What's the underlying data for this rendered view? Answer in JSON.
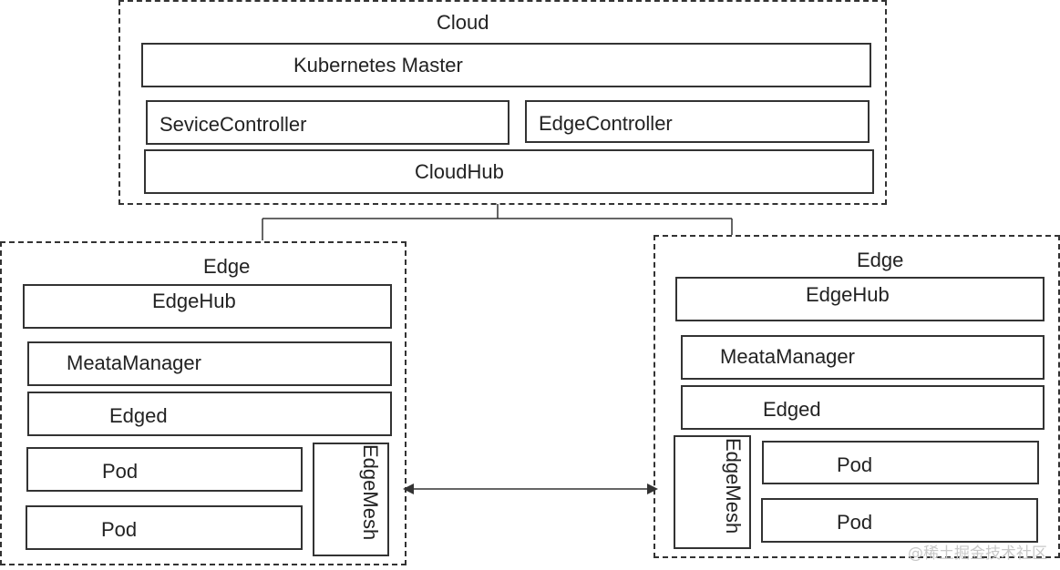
{
  "cloud": {
    "title": "Cloud",
    "kubernetes_master": "Kubernetes Master",
    "service_controller": "SeviceController",
    "edge_controller": "EdgeController",
    "cloud_hub": "CloudHub"
  },
  "edge_left": {
    "title": "Edge",
    "edge_hub": "EdgeHub",
    "meta_manager": "MeataManager",
    "edged": "Edged",
    "pods": [
      "Pod",
      "Pod"
    ],
    "edge_mesh": "EdgeMesh"
  },
  "edge_right": {
    "title": "Edge",
    "edge_hub": "EdgeHub",
    "meta_manager": "MeataManager",
    "edged": "Edged",
    "pods": [
      "Pod",
      "Pod"
    ],
    "edge_mesh": "EdgeMesh"
  },
  "watermark": "@稀土掘金技术社区"
}
